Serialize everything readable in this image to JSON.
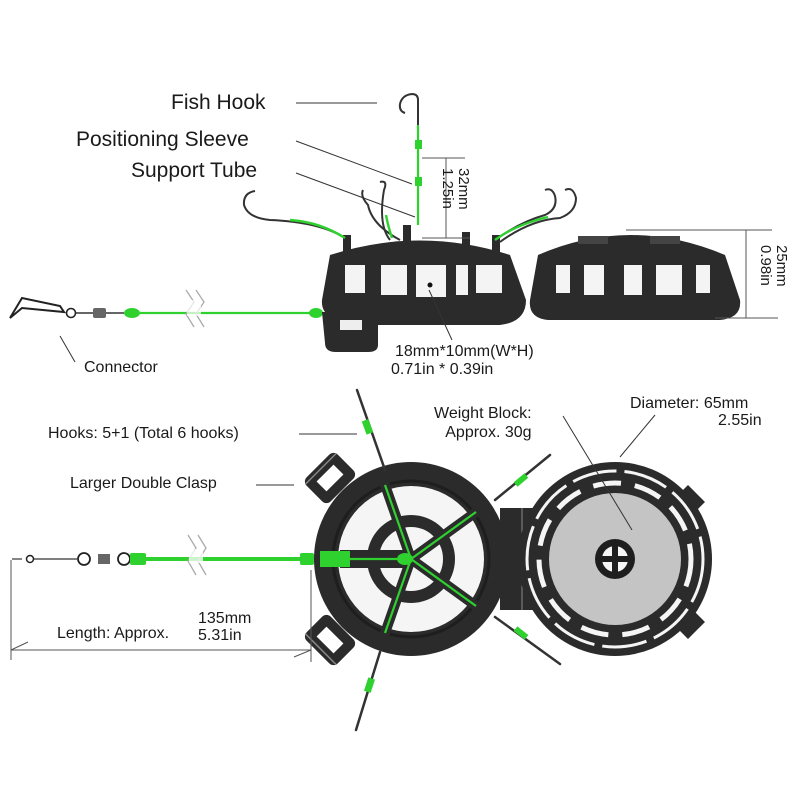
{
  "title": "Fishing rig cage feeder specification diagram",
  "colors": {
    "background": "#ffffff",
    "body": "#2b2b2b",
    "accent_green": "#2fd12f",
    "weight_block": "#c4c4c4",
    "leader_line": "#333333"
  },
  "side_view": {
    "labels": {
      "fish_hook": "Fish Hook",
      "positioning_sleeve": "Positioning Sleeve",
      "support_tube": "Support Tube",
      "connector": "Connector"
    },
    "dimensions": {
      "hook_height_mm": "32mm",
      "hook_height_in": "1.25in",
      "body_height_mm": "25mm",
      "body_height_in": "0.98in",
      "window_mm": "18mm*10mm(W*H)",
      "window_in": "0.71in * 0.39in"
    }
  },
  "top_view": {
    "labels": {
      "hooks": "Hooks: 5+1 (Total 6 hooks)",
      "clasp": "Larger Double Clasp",
      "weight_line1": "Weight Block:",
      "weight_line2": "Approx. 30g",
      "diameter_label": "Diameter:",
      "diameter_mm": "65mm",
      "diameter_in": "2.55in",
      "length_label": "Length: Approx.",
      "length_mm": "135mm",
      "length_in": "5.31in"
    }
  }
}
